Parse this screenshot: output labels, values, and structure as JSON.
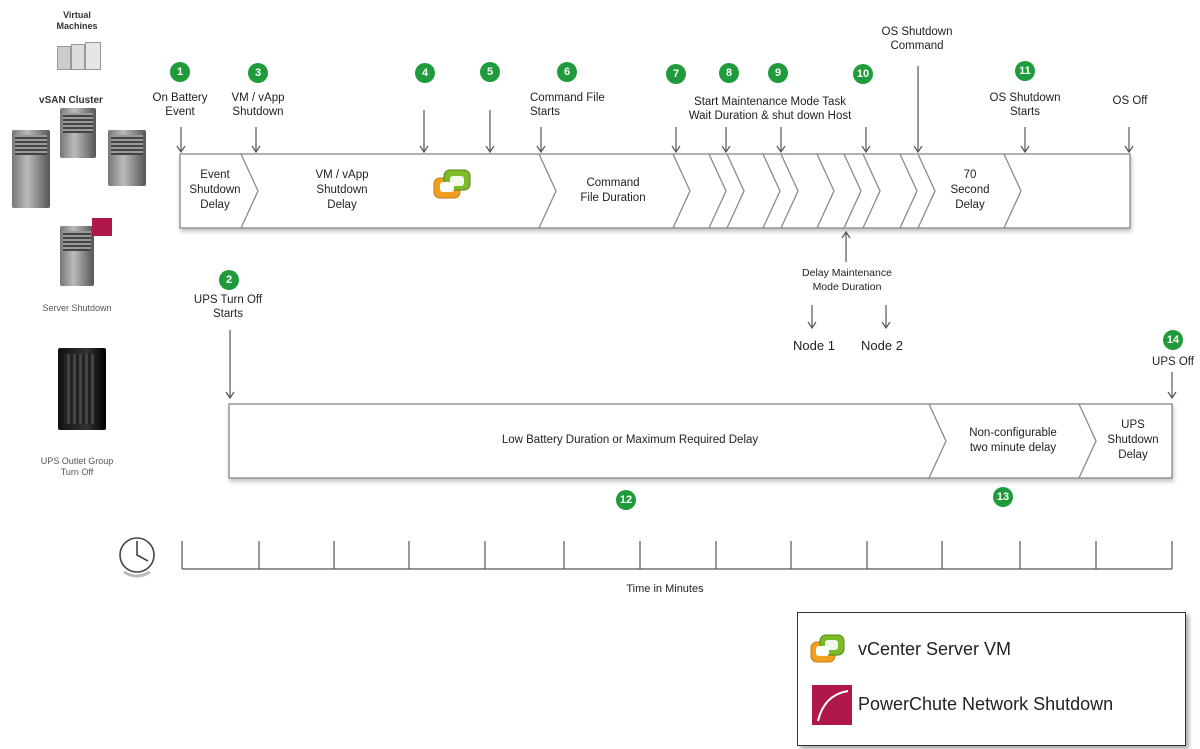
{
  "side_panel": {
    "virtual_machines": "Virtual\nMachines",
    "vsan_cluster": "vSAN Cluster",
    "server_shutdown": "Server Shutdown",
    "ups_outlet_group": "UPS Outlet Group\nTurn Off"
  },
  "events": {
    "e1": {
      "num": "1",
      "label": "On Battery\nEvent"
    },
    "e2": {
      "num": "2",
      "label": "UPS Turn Off\nStarts"
    },
    "e3": {
      "num": "3",
      "label": "VM / vApp\nShutdown"
    },
    "e4": {
      "num": "4"
    },
    "e5": {
      "num": "5"
    },
    "e6": {
      "num": "6",
      "label": "Command File\nStarts"
    },
    "e7": {
      "num": "7"
    },
    "e8": {
      "num": "8"
    },
    "e9": {
      "num": "9"
    },
    "e10": {
      "num": "10"
    },
    "e11": {
      "num": "11",
      "label": "OS Shutdown\nStarts"
    },
    "e12": {
      "num": "12"
    },
    "e13": {
      "num": "13"
    },
    "e14": {
      "num": "14",
      "label": "UPS Off"
    }
  },
  "labels": {
    "os_shutdown_command": "OS Shutdown\nCommand",
    "os_off": "OS Off",
    "maintenance_task": "Start Maintenance Mode Task\nWait Duration & shut down Host",
    "delay_maintenance": "Delay Maintenance\nMode Duration",
    "node1": "Node 1",
    "node2": "Node 2"
  },
  "top_bar": {
    "event_shutdown_delay": "Event\nShutdown\nDelay",
    "vm_shutdown_delay": "VM / vApp\nShutdown\nDelay",
    "command_file_duration": "Command\nFile Duration",
    "seventy_second_delay": "70\nSecond\nDelay"
  },
  "bottom_bar": {
    "low_battery": "Low Battery Duration or Maximum Required Delay",
    "non_configurable": "Non-configurable\ntwo minute delay",
    "ups_shutdown_delay": "UPS\nShutdown\nDelay"
  },
  "timeline": {
    "caption": "Time in Minutes"
  },
  "legend": {
    "vcenter": "vCenter Server VM",
    "powerchute": "PowerChute Network Shutdown"
  },
  "colors": {
    "badge": "#1f9b3b",
    "vcenter_green": "#7dbb2a",
    "vcenter_orange": "#f0a021",
    "powerchute": "#b0174a"
  }
}
